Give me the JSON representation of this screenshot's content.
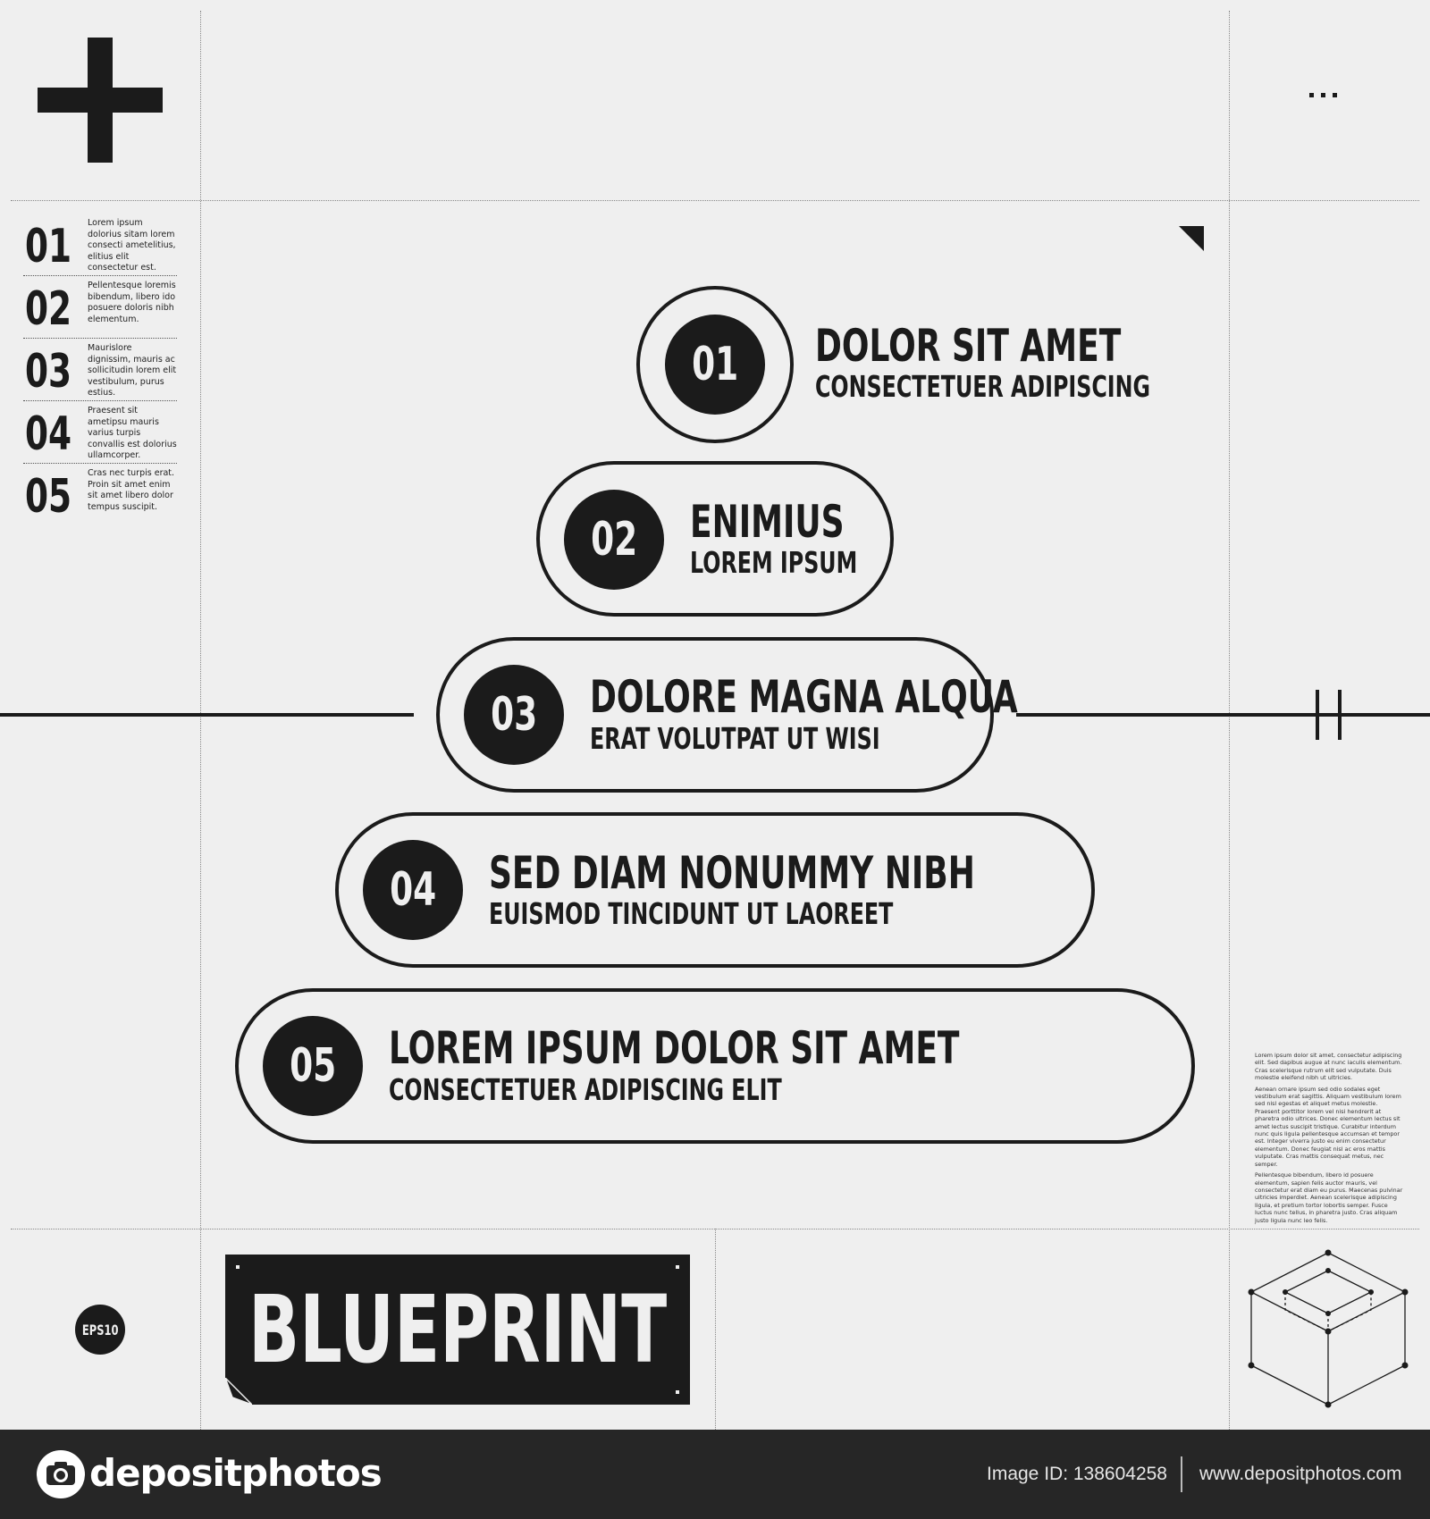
{
  "index_list": [
    {
      "number": "01",
      "text": "Lorem ipsum dolorius sitam lorem consecti ametelitius, elitius elit consectetur est."
    },
    {
      "number": "02",
      "text": "Pellentesque loremis bibendum, libero ido posuere doloris nibh elementum."
    },
    {
      "number": "03",
      "text": "Maurislore dignissim, mauris ac sollicitudin lorem elit vestibulum, purus estius."
    },
    {
      "number": "04",
      "text": "Praesent sit ametipsu mauris varius turpis convallis est dolorius ullamcorper."
    },
    {
      "number": "05",
      "text": "Cras nec turpis erat. Proin sit amet enim sit amet libero dolor tempus suscipit."
    }
  ],
  "pyramid": [
    {
      "number": "01",
      "title": "DOLOR SIT AMET",
      "subtitle": "CONSECTETUER ADIPISCING"
    },
    {
      "number": "02",
      "title": "ENIMIUS",
      "subtitle": "LOREM IPSUM"
    },
    {
      "number": "03",
      "title": "DOLORE MAGNA ALQUA",
      "subtitle": "ERAT VOLUTPAT UT WISI"
    },
    {
      "number": "04",
      "title": "SED DIAM NONUMMY NIBH",
      "subtitle": "EUISMOD TINCIDUNT UT LAOREET"
    },
    {
      "number": "05",
      "title": "LOREM IPSUM DOLOR SIT AMET",
      "subtitle": "CONSECTETUER ADIPISCING ELIT"
    }
  ],
  "body_paragraphs": [
    "Lorem ipsum dolor sit amet, consectetur adipiscing elit. Sed dapibus augue at nunc iaculis elementum. Cras scelerisque rutrum elit sed vulputate. Duis molestie eleifend nibh ut ultricies.",
    "Aenean ornare ipsum sed odio sodales eget vestibulum erat sagittis. Aliquam vestibulum lorem sed nisl egestas et aliquet metus molestie. Praesent porttitor lorem vel nisi hendrerit at pharetra odio ultrices. Donec elementum lectus sit amet lectus suscipit tristique. Curabitur interdum nunc quis ligula pellentesque accumsan et tempor est. Integer viverra justo eu enim consectetur elementum. Donec feugiat nisl ac eros mattis vulputate. Cras mattis consequat metus, nec semper.",
    "Pellentesque bibendum, libero id posuere elementum, sapien felis auctor mauris, vel consectetur erat diam eu purus. Maecenas pulvinar ultricies imperdiet. Aenean scelerisque adipiscing ligula, et pretium tortor lobortis semper. Fusce luctus nunc tellus, in pharetra justo. Cras aliquam justo ligula nunc leo felis."
  ],
  "eps_badge": "EPS10",
  "blueprint_label": "BLUEPRINT",
  "menu_dots": "...",
  "footer": {
    "logo_text": "depositphotos",
    "image_id": "Image ID: 138604258",
    "url": "www.depositphotos.com"
  },
  "colors": {
    "background": "#efefef",
    "ink": "#1b1b1b",
    "footer": "#262626"
  }
}
